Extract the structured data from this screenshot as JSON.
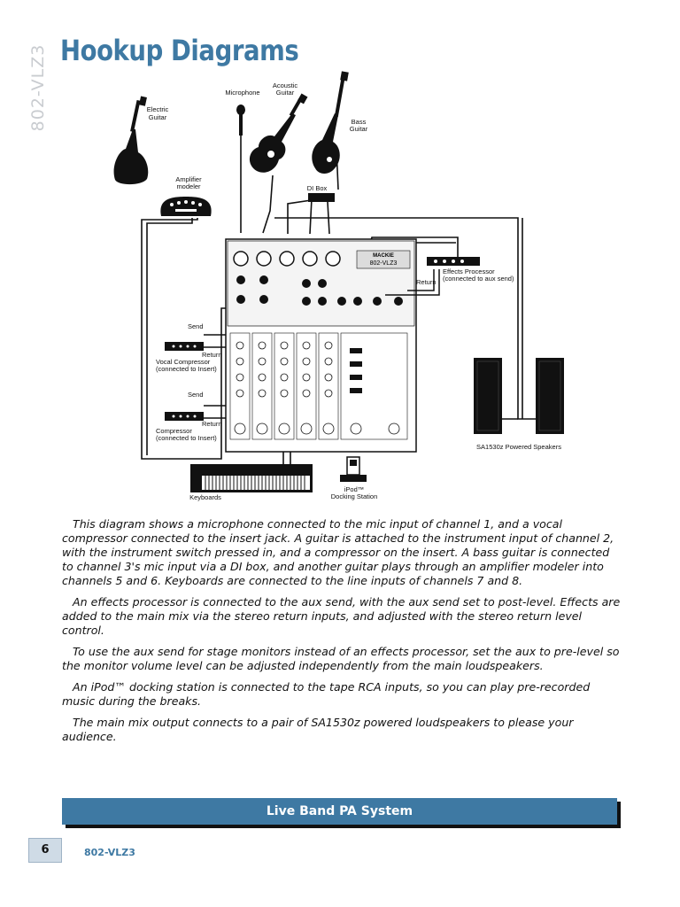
{
  "side_label": "802-VLZ3",
  "title": "Hookup Diagrams",
  "diagram": {
    "labels": {
      "electric_guitar": [
        "Electric",
        "Guitar"
      ],
      "microphone": "Microphone",
      "acoustic_guitar": [
        "Acoustic",
        "Guitar"
      ],
      "bass_guitar": [
        "Bass",
        "Guitar"
      ],
      "amp_modeler": [
        "Amplifier",
        "modeler"
      ],
      "di_box": "DI Box",
      "effects_processor": [
        "Effects Processor",
        "(connected to aux send)"
      ],
      "return_fx": "Return",
      "send1": "Send",
      "return1": "Return",
      "vocal_compressor": [
        "Vocal Compressor",
        "(connected to Insert)"
      ],
      "send2": "Send",
      "return2": "Return",
      "compressor": [
        "Compressor",
        "(connected to Insert)"
      ],
      "speakers": "SA1530z Powered Speakers",
      "keyboards": "Keyboards",
      "ipod": [
        "iPod™",
        "Docking Station"
      ],
      "mixer_brand": "MACKIE",
      "mixer_model": "802-VLZ3"
    }
  },
  "paragraphs": [
    "This diagram shows a microphone connected to the mic input of channel 1, and a vocal compressor connected to the insert jack. A guitar is attached to the instrument input of channel 2, with the instrument switch pressed in, and a compressor on the insert. A bass guitar is connected to channel 3's mic input via a DI box, and another guitar plays through an amplifier modeler into channels 5 and 6. Keyboards are connected to the line inputs of channels 7 and 8.",
    "An effects processor is connected to the aux send, with the aux send set to post-level. Effects are added to the main mix via the stereo return inputs, and adjusted with the stereo return level control.",
    "To use the aux send for stage monitors instead of an effects processor, set the aux to pre-level so the monitor volume level can be adjusted independently from the main loudspeakers.",
    "An iPod™ docking station is connected to the tape RCA inputs, so you can play pre-recorded music during the breaks.",
    "The main mix output connects to a pair of SA1530z powered loudspeakers to please your audience."
  ],
  "banner": "Live Band PA System",
  "page_number": "6",
  "footer_model": "802-VLZ3"
}
